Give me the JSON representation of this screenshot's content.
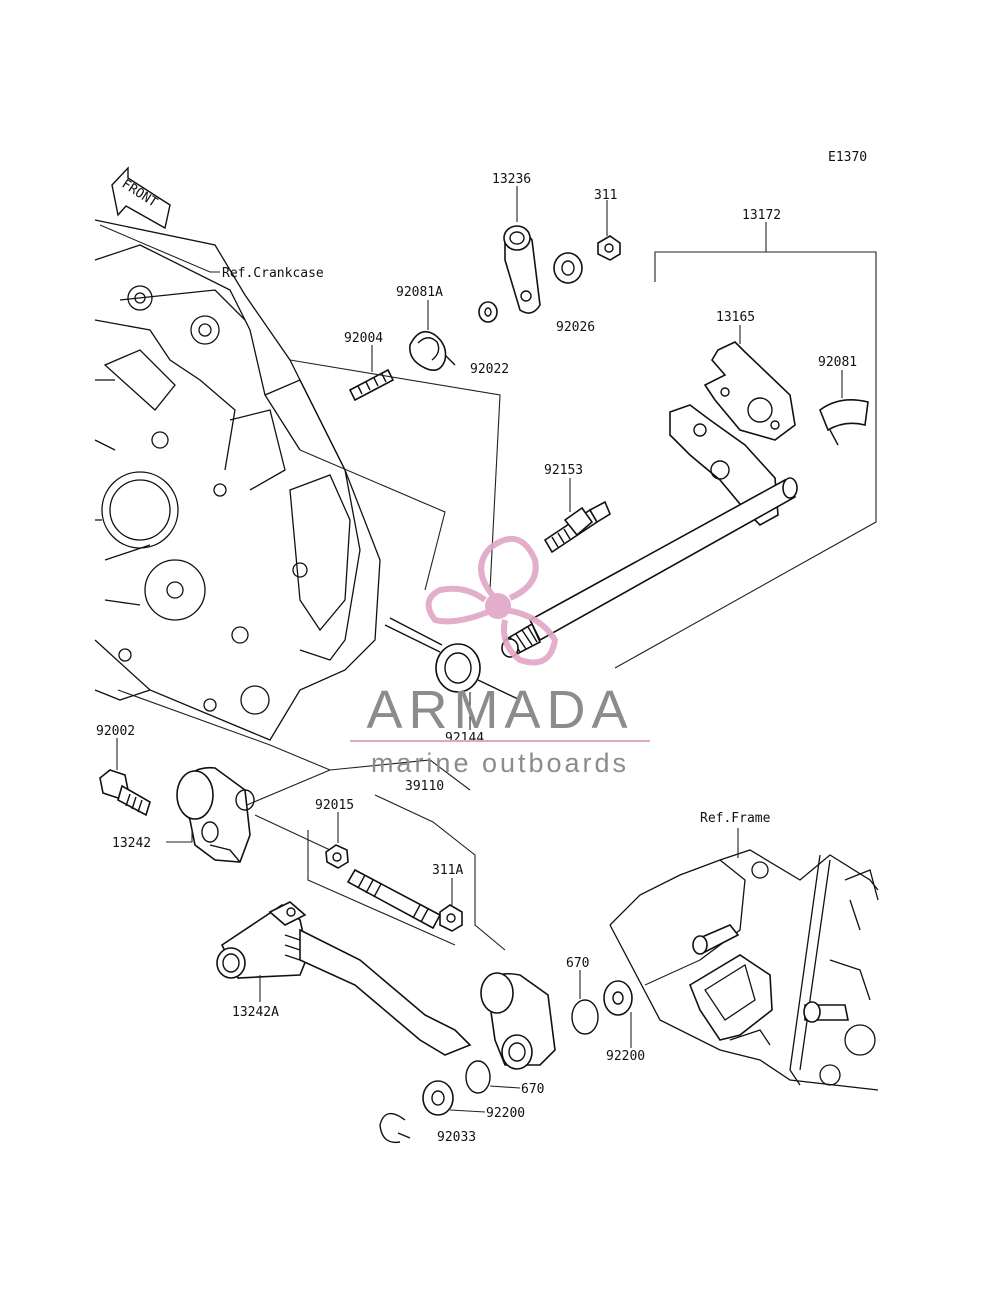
{
  "diagram": {
    "code": "E1370",
    "front_label": "FRONT",
    "ref_crankcase": "Ref.Crankcase",
    "ref_frame": "Ref.Frame",
    "parts": {
      "p13236": "13236",
      "p311": "311",
      "p13172": "13172",
      "p92081A": "92081A",
      "p92004": "92004",
      "p92026": "92026",
      "p92022": "92022",
      "p13165": "13165",
      "p92081": "92081",
      "p92153": "92153",
      "p92144": "92144",
      "p92002": "92002",
      "p39110": "39110",
      "p92015": "92015",
      "p13242": "13242",
      "p311A": "311A",
      "p670a": "670",
      "p670b": "670",
      "p13242A": "13242A",
      "p92200a": "92200",
      "p92200b": "92200",
      "p92033": "92033"
    }
  },
  "watermark": {
    "brand": "ARMADA",
    "tagline": "marine outboards",
    "colors": {
      "pink": "#e0a6c6",
      "gray": "#8c8c8c"
    }
  }
}
